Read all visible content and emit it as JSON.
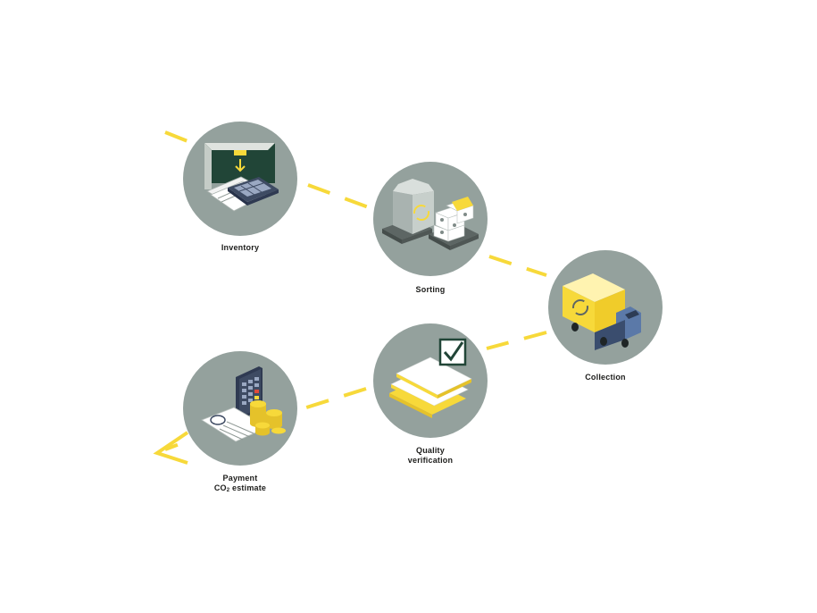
{
  "colors": {
    "circle": "#94a19d",
    "accent_yellow": "#f7d93a",
    "dark_green": "#214537",
    "text": "#1d1d1b"
  },
  "steps": [
    {
      "id": "inventory",
      "label_lines": [
        "Inventory"
      ],
      "icon": "calculator-invoice-box-icon"
    },
    {
      "id": "sorting",
      "label_lines": [
        "Sorting"
      ],
      "icon": "bag-and-pallet-icon"
    },
    {
      "id": "collection",
      "label_lines": [
        "Collection"
      ],
      "icon": "delivery-truck-icon"
    },
    {
      "id": "quality",
      "label_lines": [
        "Quality",
        "verification"
      ],
      "icon": "checked-panels-icon"
    },
    {
      "id": "payment",
      "label_lines": [
        "Payment",
        "CO",
        "2",
        " estimate"
      ],
      "icon": "calculator-coins-icon"
    }
  ]
}
